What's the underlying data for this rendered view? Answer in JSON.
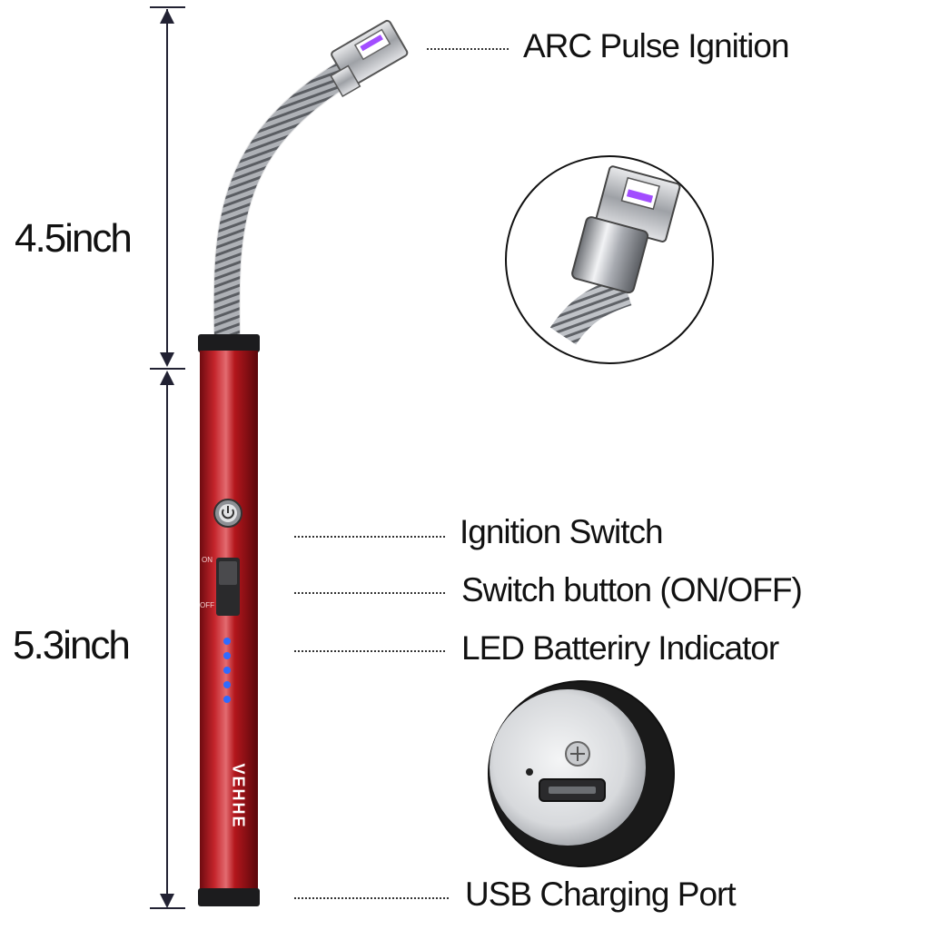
{
  "dimensions": {
    "neck_length": "4.5inch",
    "body_length": "5.3inch"
  },
  "callouts": {
    "arc_ignition": "ARC Pulse Ignition",
    "ignition_switch": "Ignition Switch",
    "switch_button": "Switch button (ON/OFF)",
    "led_indicator": "LED Batteriry Indicator",
    "usb_port": "USB Charging Port"
  },
  "product": {
    "brand": "VEHHE",
    "switch_on": "ON",
    "switch_off": "OFF"
  },
  "colors": {
    "body": "#b3161c",
    "led": "#2f6bff",
    "arc": "#a24dff",
    "metal": "#c9ccd1"
  },
  "led_count": 5
}
